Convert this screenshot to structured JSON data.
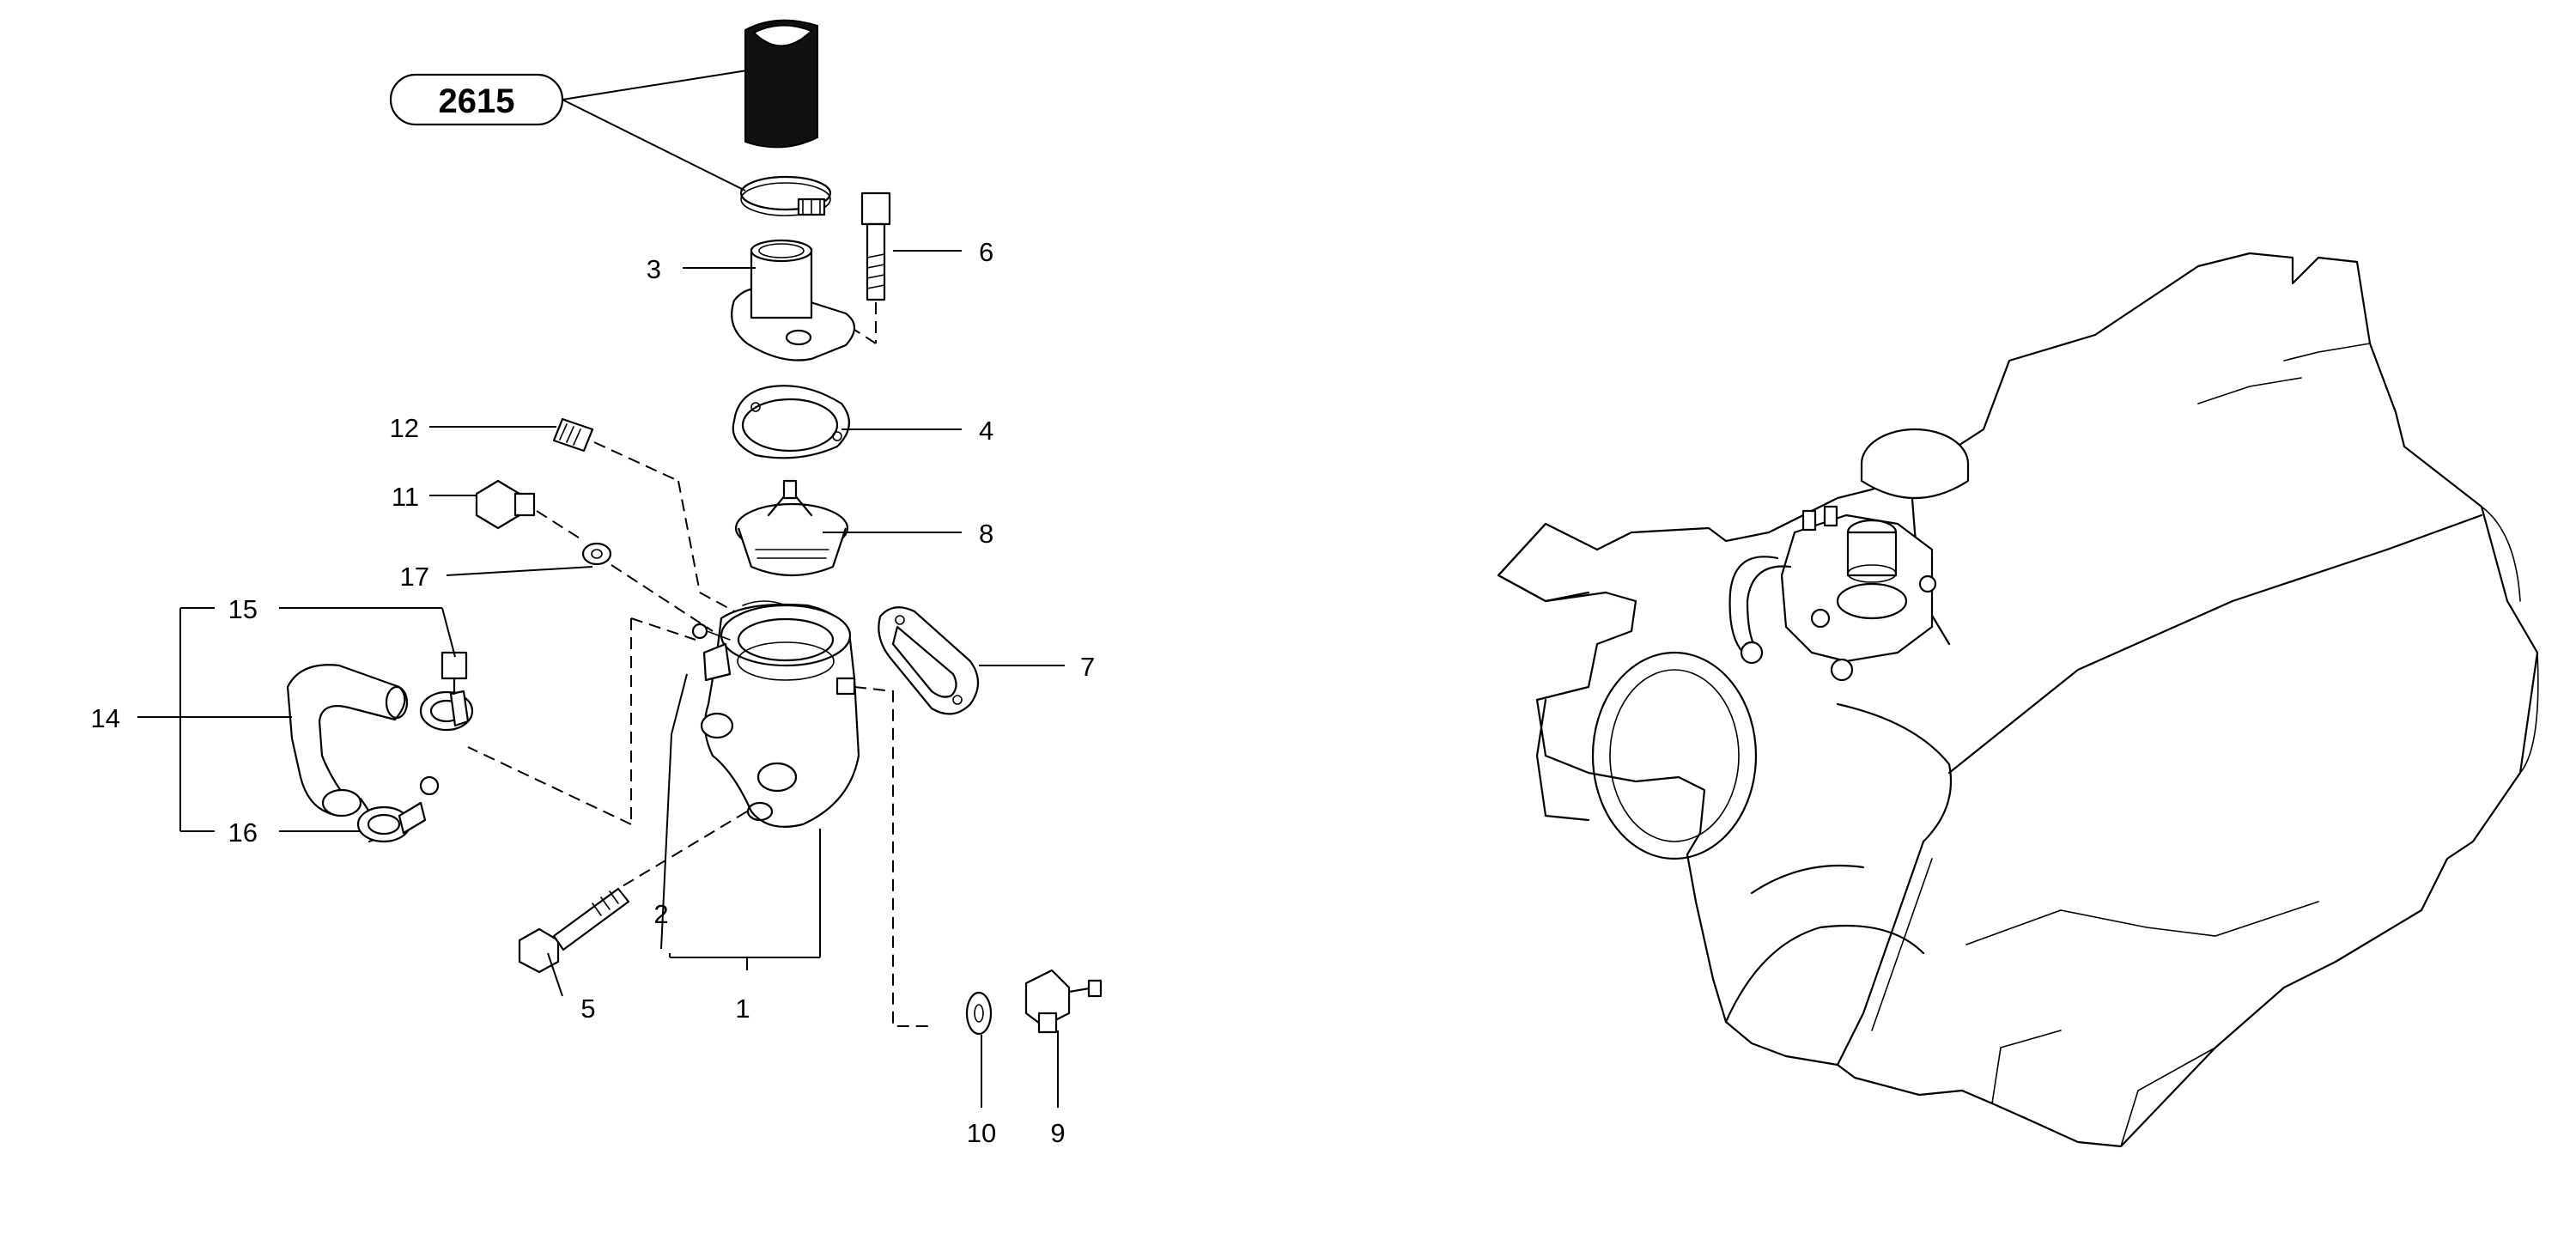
{
  "reference_group": {
    "label": "2615"
  },
  "callouts": [
    {
      "id": "c1",
      "label": "1"
    },
    {
      "id": "c2",
      "label": "2"
    },
    {
      "id": "c3",
      "label": "3"
    },
    {
      "id": "c4",
      "label": "4"
    },
    {
      "id": "c5",
      "label": "5"
    },
    {
      "id": "c6",
      "label": "6"
    },
    {
      "id": "c7",
      "label": "7"
    },
    {
      "id": "c8",
      "label": "8"
    },
    {
      "id": "c9",
      "label": "9"
    },
    {
      "id": "c10",
      "label": "10"
    },
    {
      "id": "c11",
      "label": "11"
    },
    {
      "id": "c12",
      "label": "12"
    },
    {
      "id": "c14",
      "label": "14"
    },
    {
      "id": "c15",
      "label": "15"
    },
    {
      "id": "c16",
      "label": "16"
    },
    {
      "id": "c17",
      "label": "17"
    }
  ],
  "colors": {
    "ink": "#000000",
    "paper": "#ffffff"
  }
}
